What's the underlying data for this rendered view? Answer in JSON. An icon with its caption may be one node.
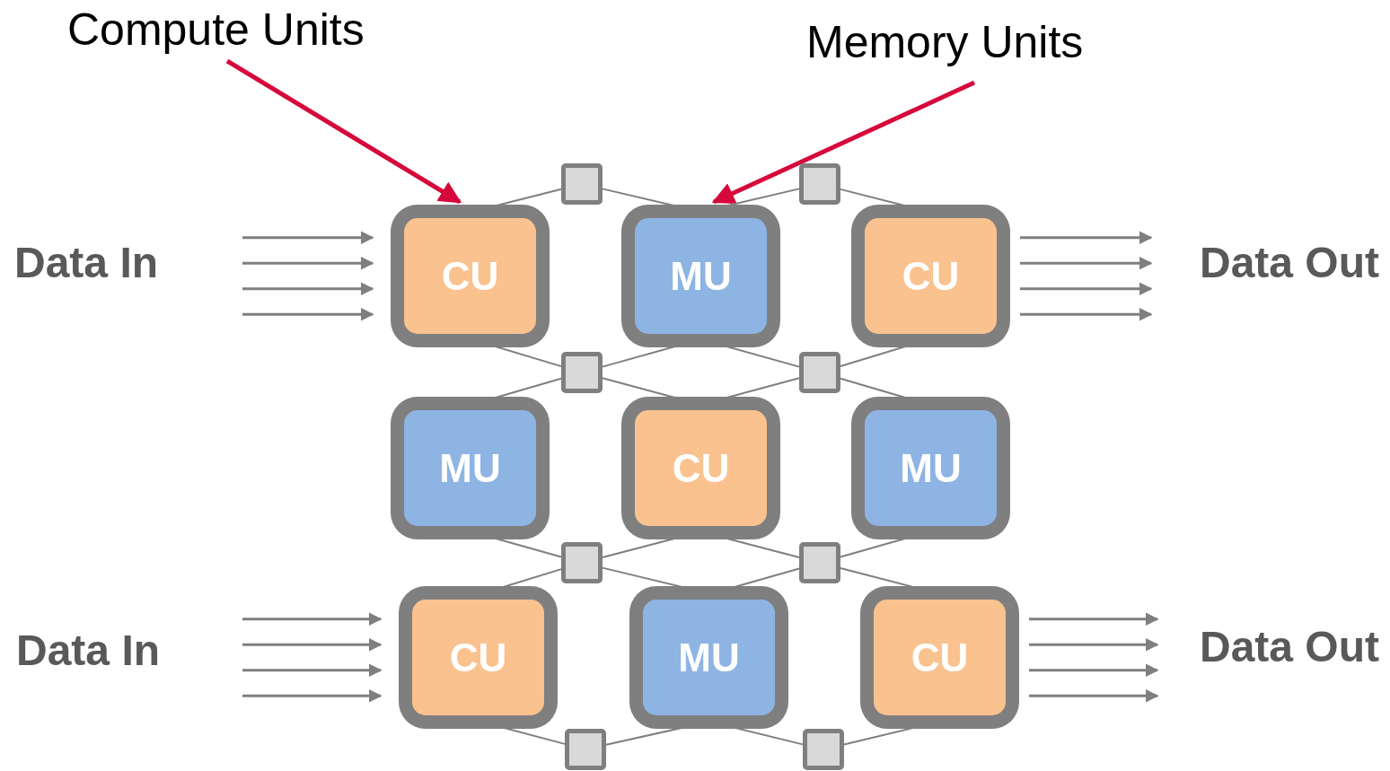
{
  "diagram": {
    "nodes": [
      {
        "text": [
          "Compute Units"
        ]
      },
      {
        "text": [
          "Memory Units"
        ]
      },
      {
        "text": [],
        "shape": "box"
      },
      {
        "text": [],
        "shape": "box"
      },
      {
        "text": [
          "Data In"
        ]
      },
      {
        "text": [
          "CU"
        ]
      },
      {
        "text": [
          "MU"
        ]
      },
      {
        "text": [
          "CU"
        ]
      },
      {
        "text": [
          "Data Out"
        ]
      },
      {
        "text": [],
        "shape": "box"
      },
      {
        "text": [],
        "shape": "box"
      },
      {
        "text": [
          "MU"
        ]
      },
      {
        "text": [
          "CU"
        ]
      },
      {
        "text": [
          "MU"
        ]
      },
      {
        "text": [],
        "shape": "box"
      },
      {
        "text": [],
        "shape": "box"
      },
      {
        "text": [
          "Data In"
        ]
      },
      {
        "text": [
          "CU"
        ]
      },
      {
        "text": [
          "MU"
        ]
      },
      {
        "text": [
          "CU"
        ]
      },
      {
        "text": [
          "Data Out"
        ]
      },
      {
        "text": [],
        "shape": "box"
      },
      {
        "text": [],
        "shape": "box"
      }
    ],
    "edges": [
      {
        "from": 0,
        "to": 5,
        "arrow": "to",
        "style": "thick",
        "color": "#d6083b"
      },
      {
        "from": 1,
        "to": 6,
        "arrow": "to",
        "style": "thick",
        "color": "#d6083b"
      },
      {
        "from": 4,
        "to": 5,
        "arrow": "to"
      },
      {
        "from": 4,
        "to": 5,
        "arrow": "to"
      },
      {
        "from": 4,
        "to": 5,
        "arrow": "to"
      },
      {
        "from": 4,
        "to": 5,
        "arrow": "to"
      },
      {
        "from": 7,
        "to": 8,
        "arrow": "to"
      },
      {
        "from": 7,
        "to": 8,
        "arrow": "to"
      },
      {
        "from": 7,
        "to": 8,
        "arrow": "to"
      },
      {
        "from": 7,
        "to": 8,
        "arrow": "to"
      },
      {
        "from": 16,
        "to": 17,
        "arrow": "to"
      },
      {
        "from": 16,
        "to": 17,
        "arrow": "to"
      },
      {
        "from": 16,
        "to": 17,
        "arrow": "to"
      },
      {
        "from": 16,
        "to": 17,
        "arrow": "to"
      },
      {
        "from": 19,
        "to": 20,
        "arrow": "to"
      },
      {
        "from": 19,
        "to": 20,
        "arrow": "to"
      },
      {
        "from": 19,
        "to": 20,
        "arrow": "to"
      },
      {
        "from": 19,
        "to": 20,
        "arrow": "to"
      },
      {
        "from": 2,
        "to": 5,
        "arrow": "none"
      },
      {
        "from": 2,
        "to": 6,
        "arrow": "none"
      },
      {
        "from": 3,
        "to": 6,
        "arrow": "none"
      },
      {
        "from": 3,
        "to": 7,
        "arrow": "none"
      },
      {
        "from": 9,
        "to": 5,
        "arrow": "none"
      },
      {
        "from": 9,
        "to": 6,
        "arrow": "none"
      },
      {
        "from": 9,
        "to": 11,
        "arrow": "none"
      },
      {
        "from": 9,
        "to": 12,
        "arrow": "none"
      },
      {
        "from": 10,
        "to": 6,
        "arrow": "none"
      },
      {
        "from": 10,
        "to": 7,
        "arrow": "none"
      },
      {
        "from": 10,
        "to": 12,
        "arrow": "none"
      },
      {
        "from": 10,
        "to": 13,
        "arrow": "none"
      },
      {
        "from": 14,
        "to": 11,
        "arrow": "none"
      },
      {
        "from": 14,
        "to": 12,
        "arrow": "none"
      },
      {
        "from": 14,
        "to": 17,
        "arrow": "none"
      },
      {
        "from": 14,
        "to": 18,
        "arrow": "none"
      },
      {
        "from": 15,
        "to": 12,
        "arrow": "none"
      },
      {
        "from": 15,
        "to": 13,
        "arrow": "none"
      },
      {
        "from": 15,
        "to": 18,
        "arrow": "none"
      },
      {
        "from": 15,
        "to": 19,
        "arrow": "none"
      },
      {
        "from": 21,
        "to": 17,
        "arrow": "none"
      },
      {
        "from": 21,
        "to": 18,
        "arrow": "none"
      },
      {
        "from": 22,
        "to": 18,
        "arrow": "none"
      },
      {
        "from": 22,
        "to": 19,
        "arrow": "none"
      }
    ]
  }
}
